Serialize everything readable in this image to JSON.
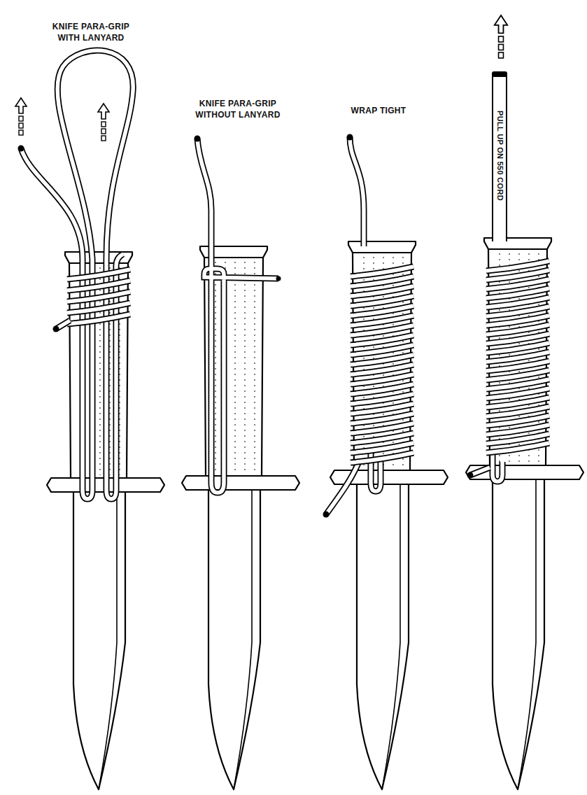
{
  "diagram": {
    "labels": [
      "KNIFE PARA-GRIP WITH LANYARD",
      "KNIFE PARA-GRIP WITHOUT LANYARD",
      "WRAP TIGHT",
      "PULL UP ON 550 CORD"
    ]
  }
}
